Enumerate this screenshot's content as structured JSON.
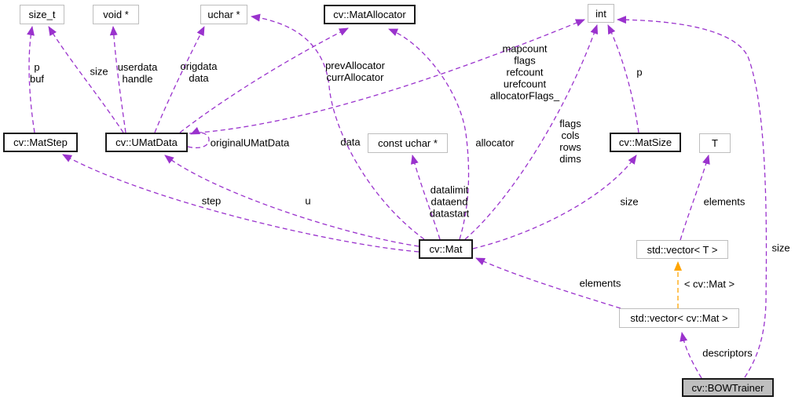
{
  "diagram": {
    "type": "doxygen-collaboration-graph",
    "main_class": "cv::BOWTrainer",
    "colors": {
      "edge": "#9a32cd",
      "template_edge": "#ffa500",
      "plain_border": "#bebebe",
      "bold_border": "#1a1a1a",
      "main_fill": "#bfbfbf",
      "background": "#ffffff"
    },
    "nodes": {
      "size_t": {
        "label": "size_t"
      },
      "void_ptr": {
        "label": "void *"
      },
      "uchar_ptr": {
        "label": "uchar *"
      },
      "matallocator": {
        "label": "cv::MatAllocator"
      },
      "int": {
        "label": "int"
      },
      "matstep": {
        "label": "cv::MatStep"
      },
      "umatdata": {
        "label": "cv::UMatData"
      },
      "const_uchar_ptr": {
        "label": "const uchar *"
      },
      "matsize": {
        "label": "cv::MatSize"
      },
      "t": {
        "label": "T"
      },
      "mat": {
        "label": "cv::Mat"
      },
      "vector_t": {
        "label": "std::vector< T >"
      },
      "vector_mat": {
        "label": "std::vector< cv::Mat >"
      },
      "bowtrainer": {
        "label": "cv::BOWTrainer"
      }
    },
    "edge_labels": {
      "p_buf": "p\nbuf",
      "size_umatdata": "size",
      "userdata_handle": "userdata\nhandle",
      "origdata_data": "origdata\ndata",
      "prev_curr_allocator": "prevAllocator\ncurrAllocator",
      "int_members": "mapcount\nflags\nrefcount\nurefcount\nallocatorFlags_",
      "p_matsize": "p",
      "original_umatdata": "originalUMatData",
      "data": "data",
      "allocator": "allocator",
      "mat_int_members": "flags\ncols\nrows\ndims",
      "step": "step",
      "u": "u",
      "data_pointers": "datalimit\ndataend\ndatastart",
      "size_matsize": "size",
      "elements_t": "elements",
      "size_bow": "size",
      "elements_mat": "elements",
      "template_arg": "< cv::Mat >",
      "descriptors": "descriptors"
    },
    "edges": [
      {
        "from": "matstep",
        "to": "size_t",
        "label_key": "p_buf"
      },
      {
        "from": "umatdata",
        "to": "size_t",
        "label_key": "size_umatdata"
      },
      {
        "from": "umatdata",
        "to": "void_ptr",
        "label_key": "userdata_handle"
      },
      {
        "from": "umatdata",
        "to": "uchar_ptr",
        "label_key": "origdata_data"
      },
      {
        "from": "umatdata",
        "to": "matallocator",
        "label_key": "prev_curr_allocator"
      },
      {
        "from": "umatdata",
        "to": "int",
        "label_key": "int_members"
      },
      {
        "from": "umatdata",
        "to": "umatdata",
        "label_key": "original_umatdata"
      },
      {
        "from": "mat",
        "to": "uchar_ptr",
        "label_key": "data"
      },
      {
        "from": "mat",
        "to": "const_uchar_ptr",
        "label_key": "data_pointers"
      },
      {
        "from": "mat",
        "to": "matallocator",
        "label_key": "allocator"
      },
      {
        "from": "mat",
        "to": "int",
        "label_key": "mat_int_members"
      },
      {
        "from": "mat",
        "to": "matstep",
        "label_key": "step"
      },
      {
        "from": "mat",
        "to": "umatdata",
        "label_key": "u"
      },
      {
        "from": "mat",
        "to": "matsize",
        "label_key": "size_matsize"
      },
      {
        "from": "matsize",
        "to": "int",
        "label_key": "p_matsize"
      },
      {
        "from": "vector_t",
        "to": "t",
        "label_key": "elements_t"
      },
      {
        "from": "vector_mat",
        "to": "mat",
        "label_key": "elements_mat"
      },
      {
        "from": "vector_mat",
        "to": "vector_t",
        "label_key": "template_arg",
        "style": "template"
      },
      {
        "from": "bowtrainer",
        "to": "vector_mat",
        "label_key": "descriptors"
      },
      {
        "from": "bowtrainer",
        "to": "int",
        "label_key": "size_bow"
      }
    ]
  }
}
